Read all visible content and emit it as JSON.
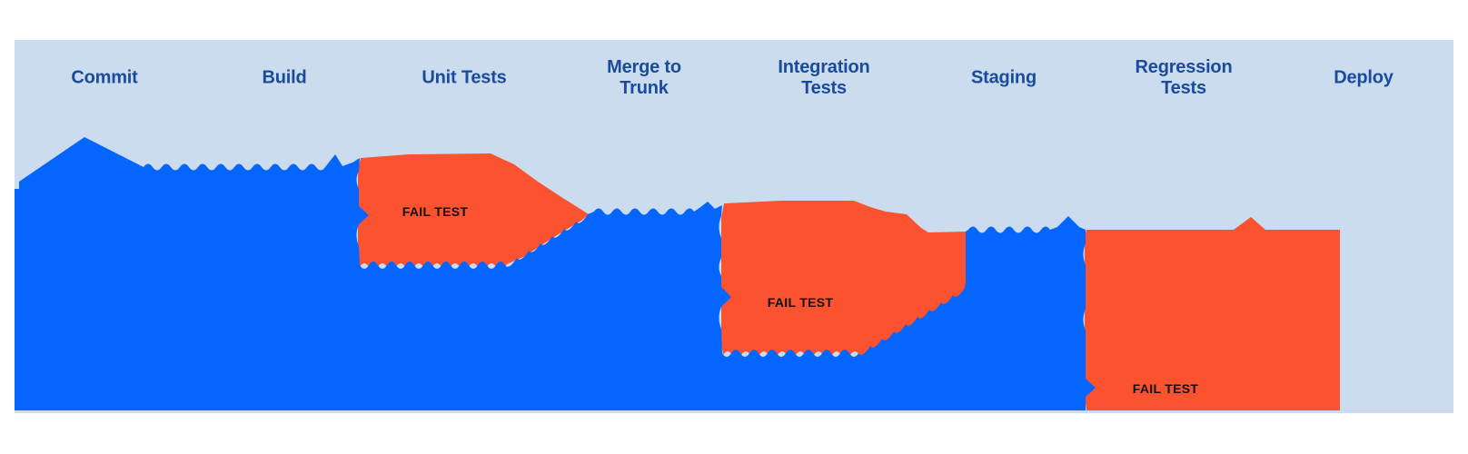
{
  "diagram": {
    "type": "ci-cd-pipeline-flow",
    "stages": [
      {
        "label": "Commit"
      },
      {
        "label": "Build"
      },
      {
        "label": "Unit Tests"
      },
      {
        "label": "Merge to\nTrunk"
      },
      {
        "label": "Integration\nTests"
      },
      {
        "label": "Staging"
      },
      {
        "label": "Regression\nTests"
      },
      {
        "label": "Deploy"
      }
    ],
    "fail_markers": [
      {
        "label": "FAIL TEST",
        "at_stage": "Unit Tests"
      },
      {
        "label": "FAIL TEST",
        "at_stage": "Integration Tests"
      },
      {
        "label": "FAIL TEST",
        "at_stage": "Regression Tests"
      }
    ]
  },
  "colors": {
    "page_background": "#ffffff",
    "panel_background": "#ccdcef",
    "flow_blue": "#0565ff",
    "fail_orange": "#fb5330",
    "stage_label": "#1a4b9c",
    "fail_label": "#101010"
  }
}
